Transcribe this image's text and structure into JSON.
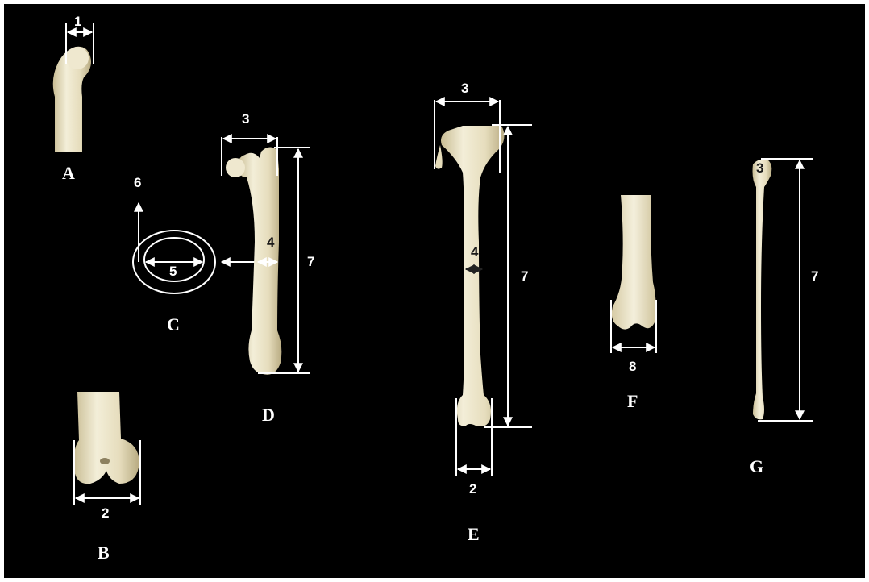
{
  "colors": {
    "background": "#000000",
    "border": "#ffffff",
    "bone_light": "#f0ead2",
    "bone_mid": "#ddd3b0",
    "bone_shadow": "#b9ad86",
    "annotation": "#ffffff"
  },
  "panels": {
    "A": {
      "label": "A"
    },
    "B": {
      "label": "B"
    },
    "C": {
      "label": "C"
    },
    "D": {
      "label": "D"
    },
    "E": {
      "label": "E"
    },
    "F": {
      "label": "F"
    },
    "G": {
      "label": "G"
    }
  },
  "measurements": {
    "A_1": "1",
    "B_2": "2",
    "C_5": "5",
    "C_6": "6",
    "D_3": "3",
    "D_4": "4",
    "D_7": "7",
    "E_3": "3",
    "E_4": "4",
    "E_7": "7",
    "E_2": "2",
    "F_8": "8",
    "G_3": "3",
    "G_7": "7"
  }
}
